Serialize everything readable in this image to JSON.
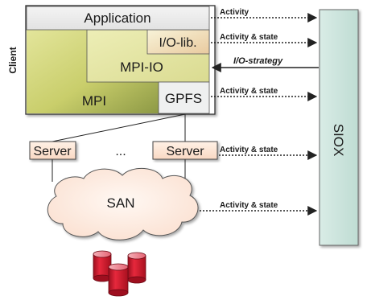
{
  "client": {
    "label": "Client",
    "application": "Application",
    "io_lib": "I/O-lib.",
    "mpi_io": "MPI-IO",
    "mpi": "MPI",
    "gpfs": "GPFS"
  },
  "servers": {
    "left": "Server",
    "ellipsis": "...",
    "right": "Server"
  },
  "san": {
    "label": "SAN"
  },
  "siox": {
    "label": "SIOX"
  },
  "arrows": {
    "activity": "Activity",
    "io_lib": "Activity & state",
    "strategy": "I/O-strategy",
    "gpfs": "Activity & state",
    "server": "Activity & state",
    "san": "Activity & state"
  },
  "colors": {
    "application": "#ebebeb",
    "io_lib": "#f7eec8",
    "mpi_io": "#e6e7a3",
    "mpi": "#c9ce6c",
    "gpfs": "#eff0f0",
    "server": "#fde6d6",
    "san": "#fdeadd",
    "siox": "#cfe6df",
    "disk": "#cc1a2e"
  }
}
